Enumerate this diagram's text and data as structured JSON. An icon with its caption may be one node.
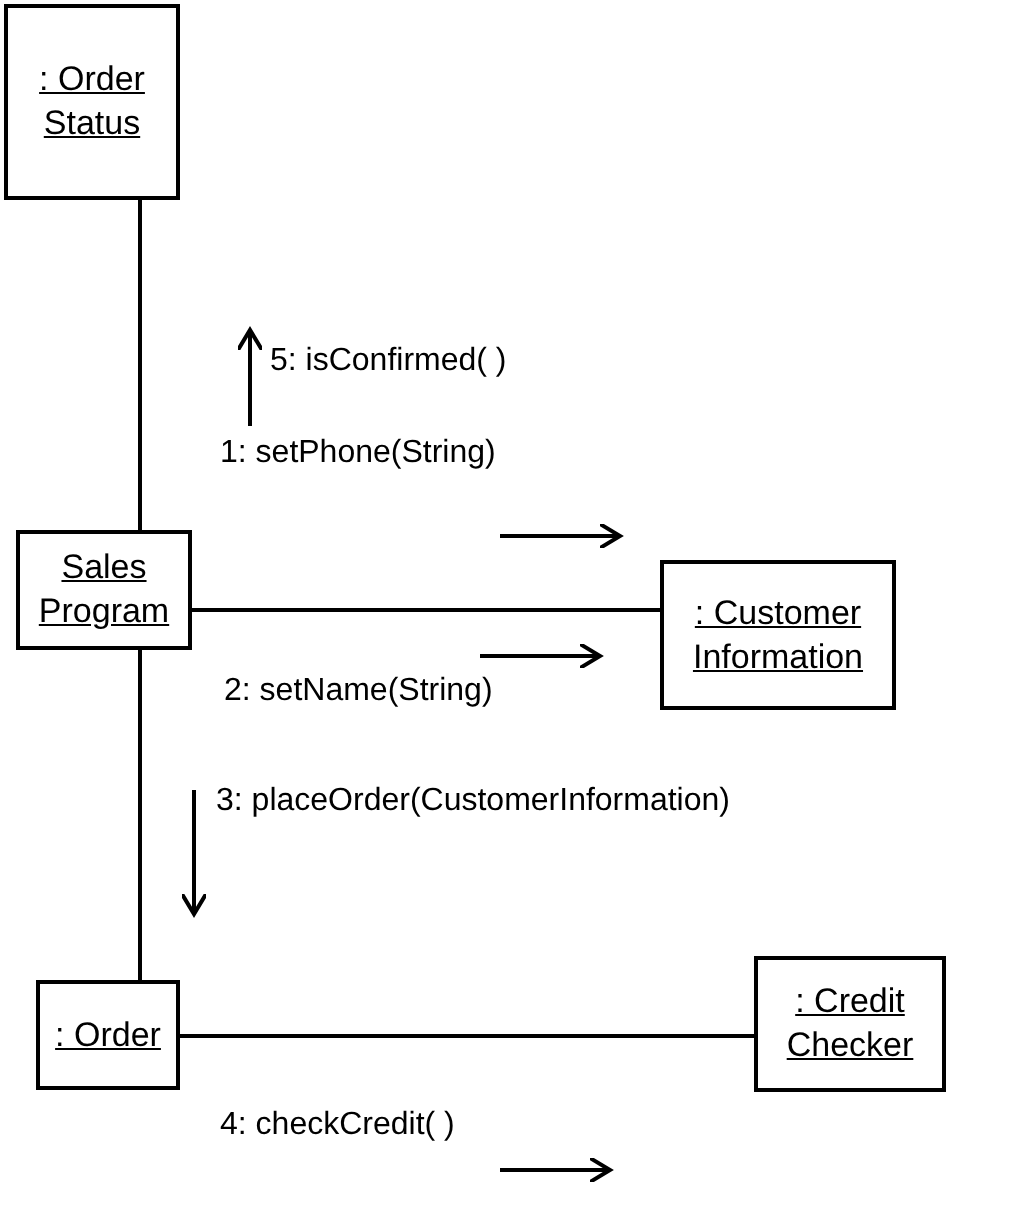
{
  "diagram": {
    "nodes": [
      {
        "text": [
          ": Order Status"
        ]
      },
      {
        "text": [
          "Sales Program"
        ]
      },
      {
        "text": [
          ": Customer Information"
        ]
      },
      {
        "text": [
          ": Order"
        ]
      },
      {
        "text": [
          ": Credit Checker"
        ]
      }
    ],
    "edges": [
      {
        "from": 1,
        "to": 0,
        "arrow": "none"
      },
      {
        "from": 1,
        "to": 2,
        "arrow": "none"
      },
      {
        "from": 1,
        "to": 3,
        "arrow": "none"
      },
      {
        "from": 3,
        "to": 4,
        "arrow": "none"
      }
    ],
    "labels": [
      "5: isConfirmed( )",
      "1: setPhone(String)",
      "2: setName(String)",
      "3: placeOrder(CustomerInformation)",
      "4: checkCredit( )"
    ]
  }
}
